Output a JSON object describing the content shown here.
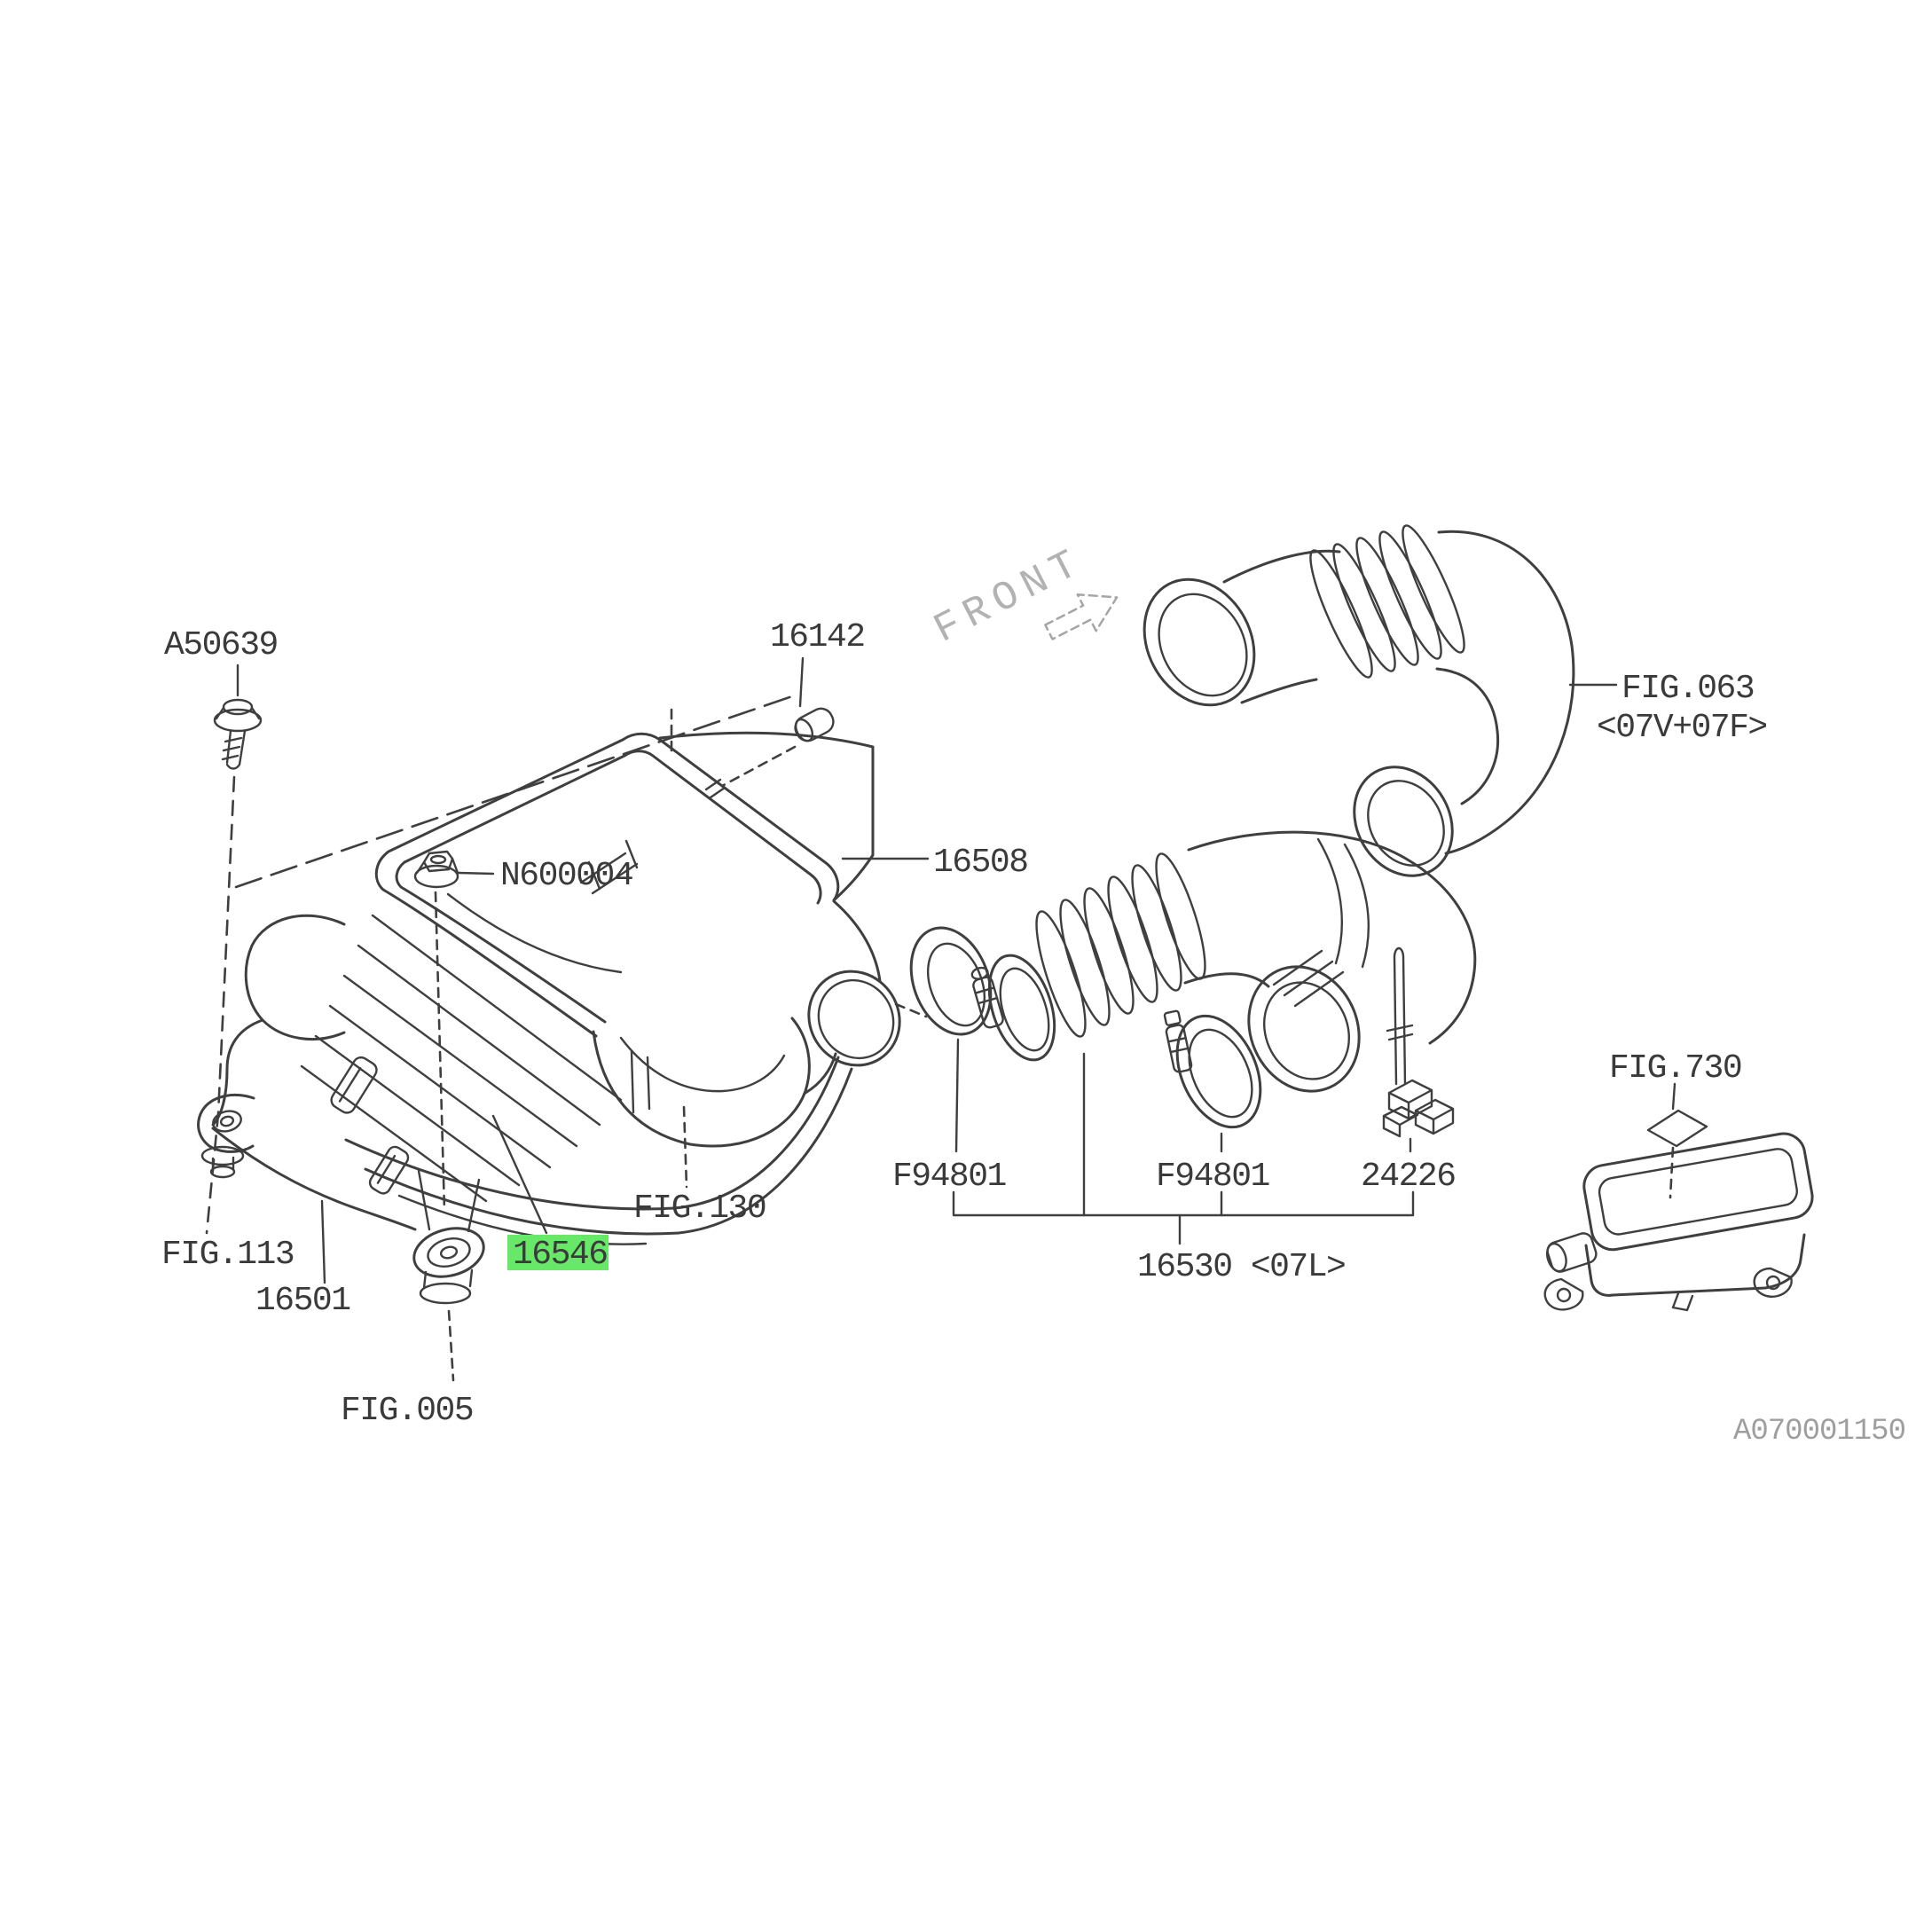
{
  "diagram": {
    "background": "#ffffff",
    "line_color": "#3f3f3f",
    "label_color": "#3a3a3a",
    "muted_color": "#9e9e9e",
    "highlight_color": "#68e868",
    "drawing_code": "A070001150",
    "front_marker": "FRONT",
    "labels": {
      "a50639": "A50639",
      "pin16142": "16142",
      "nut": "N600004",
      "cover": "16508",
      "fig063_line1": "FIG.063",
      "fig063_line2": "<07V+07F>",
      "fig730": "FIG.730",
      "clamp_left": "F94801",
      "clamp_right": "F94801",
      "clip": "24226",
      "duct": "16530 <07L>",
      "fig113": "FIG.113",
      "case": "16501",
      "element": "16546",
      "fig130": "FIG.130",
      "fig005": "FIG.005"
    }
  }
}
